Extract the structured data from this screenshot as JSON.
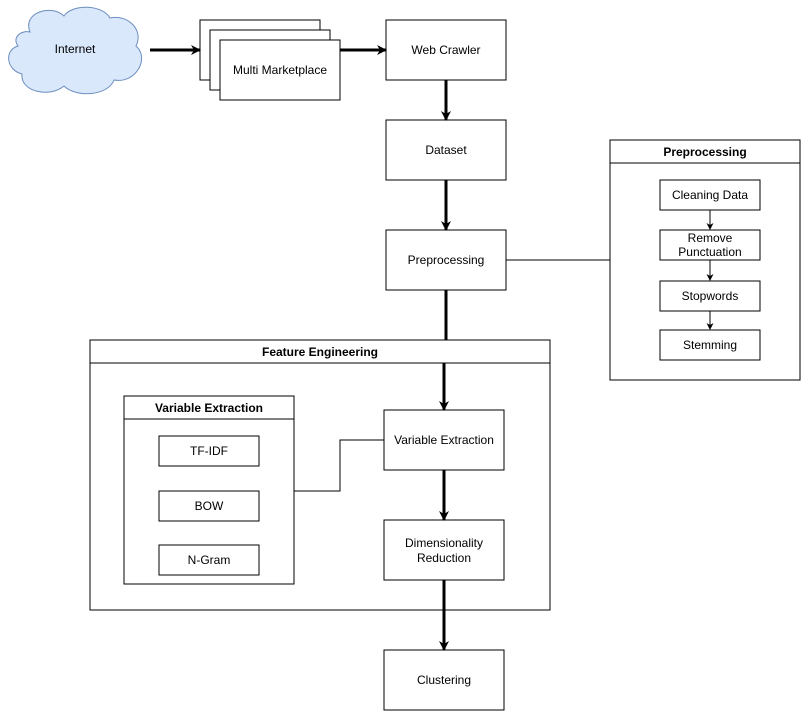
{
  "nodes": {
    "internet": "Internet",
    "multi_marketplace": "Multi Marketplace",
    "web_crawler": "Web Crawler",
    "dataset": "Dataset",
    "preprocessing": "Preprocessing",
    "variable_extraction": "Variable Extraction",
    "dimensionality_reduction": [
      "Dimensionality",
      "Reduction"
    ],
    "clustering": "Clustering"
  },
  "preprocessing_panel": {
    "title": "Preprocessing",
    "steps": {
      "cleaning": "Cleaning Data",
      "remove_punctuation": [
        "Remove",
        "Punctuation"
      ],
      "stopwords": "Stopwords",
      "stemming": "Stemming"
    }
  },
  "feature_engineering": {
    "title": "Feature Engineering"
  },
  "variable_extraction_panel": {
    "title": "Variable Extraction",
    "methods": {
      "tfidf": "TF-IDF",
      "bow": "BOW",
      "ngram": "N-Gram"
    }
  },
  "colors": {
    "stroke": "#000000",
    "cloud_fill": "#dae8fc",
    "cloud_stroke": "#6c8ebf",
    "box_fill": "#ffffff"
  }
}
